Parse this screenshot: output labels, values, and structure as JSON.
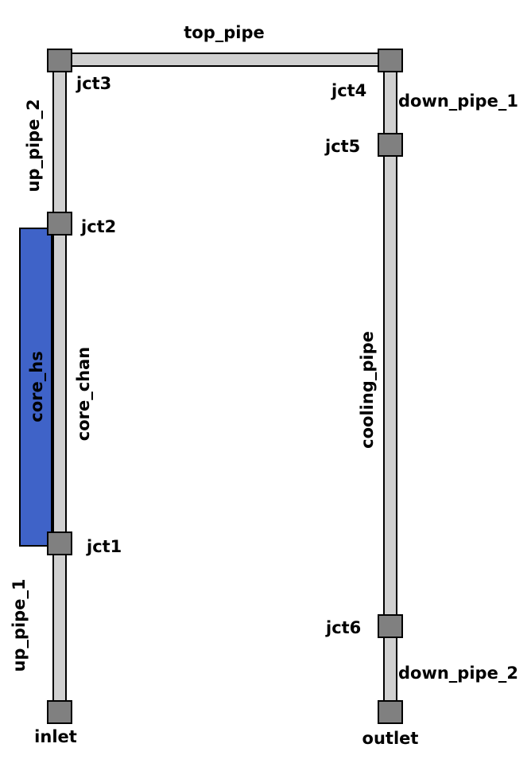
{
  "labels": {
    "top_pipe": "top_pipe",
    "jct3": "jct3",
    "jct4": "jct4",
    "down_pipe_1": "down_pipe_1",
    "jct5": "jct5",
    "up_pipe_2": "up_pipe_2",
    "jct2": "jct2",
    "core_hs": "core_hs",
    "core_chan": "core_chan",
    "cooling_pipe": "cooling_pipe",
    "jct1": "jct1",
    "up_pipe_1": "up_pipe_1",
    "jct6": "jct6",
    "down_pipe_2": "down_pipe_2",
    "inlet": "inlet",
    "outlet": "outlet"
  },
  "colors": {
    "pipe_fill": "#d0d0d0",
    "pipe_stroke": "#000000",
    "junction_fill": "#808080",
    "heat_structure": "#3f63c8"
  }
}
